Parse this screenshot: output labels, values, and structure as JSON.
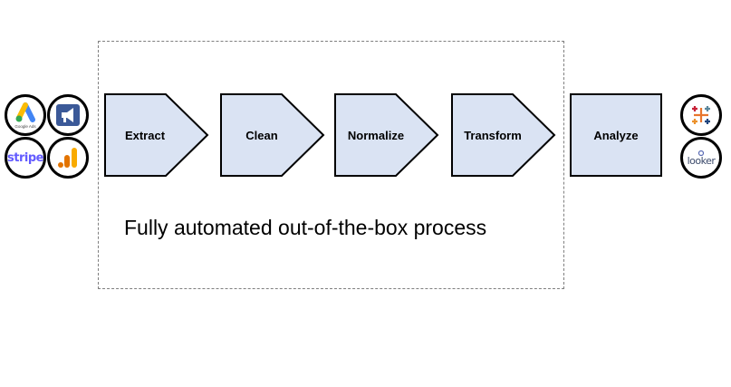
{
  "sources": [
    {
      "name": "Google Ads",
      "icon": "google-ads-icon",
      "caption": "Google Ads"
    },
    {
      "name": "Facebook Ads",
      "icon": "megaphone-icon"
    },
    {
      "name": "Stripe",
      "icon": "stripe-icon",
      "text": "stripe"
    },
    {
      "name": "Google Analytics",
      "icon": "google-analytics-icon"
    }
  ],
  "steps": [
    {
      "label": "Extract",
      "shape": "chevron"
    },
    {
      "label": "Clean",
      "shape": "chevron"
    },
    {
      "label": "Normalize",
      "shape": "chevron"
    },
    {
      "label": "Transform",
      "shape": "chevron"
    },
    {
      "label": "Analyze",
      "shape": "rectangle"
    }
  ],
  "caption": "Fully automated out-of-the-box process",
  "destinations": [
    {
      "name": "Tableau",
      "icon": "tableau-icon"
    },
    {
      "name": "Looker",
      "icon": "looker-icon",
      "text": "looker"
    }
  ],
  "colors": {
    "step_fill": "#dae3f3",
    "step_stroke": "#000000",
    "dashed_border": "#7f7f7f",
    "stripe": "#635bff",
    "tableau": [
      "#e8762d",
      "#5b879b",
      "#59879b",
      "#c72037",
      "#1f457e",
      "#eb912b"
    ],
    "google_ads": [
      "#4285f4",
      "#fbbc04",
      "#34a853"
    ],
    "megaphone_bg": "#3b5998",
    "analytics": [
      "#f9ab00",
      "#e37400"
    ]
  }
}
